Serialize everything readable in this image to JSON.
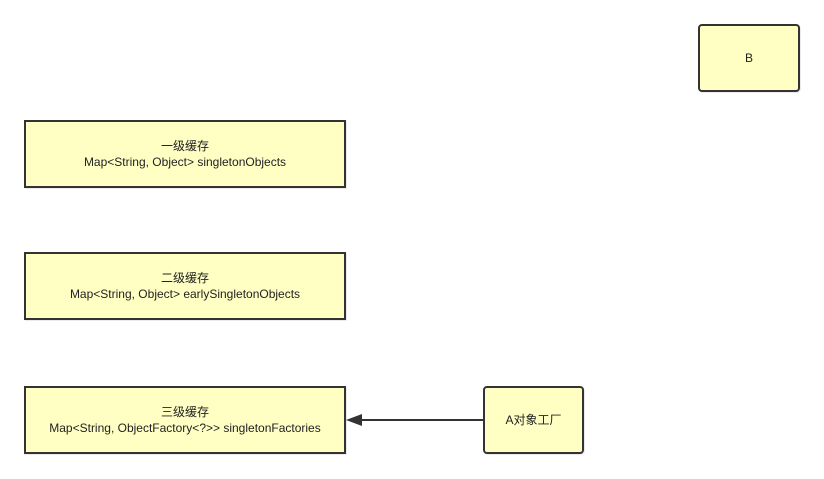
{
  "nodes": {
    "cache1": {
      "title": "一级缓存",
      "subtitle": "Map<String, Object> singletonObjects"
    },
    "cache2": {
      "title": "二级缓存",
      "subtitle": "Map<String, Object> earlySingletonObjects"
    },
    "cache3": {
      "title": "三级缓存",
      "subtitle": "Map<String, ObjectFactory<?>> singletonFactories"
    },
    "b": {
      "label": "B"
    },
    "factory_a": {
      "label": "A对象工厂"
    }
  },
  "edges": [
    {
      "from": "factory_a",
      "to": "cache3",
      "style": "arrow"
    }
  ],
  "colors": {
    "node_fill": "#ffffc4",
    "node_border": "#333333",
    "edge": "#333333"
  }
}
